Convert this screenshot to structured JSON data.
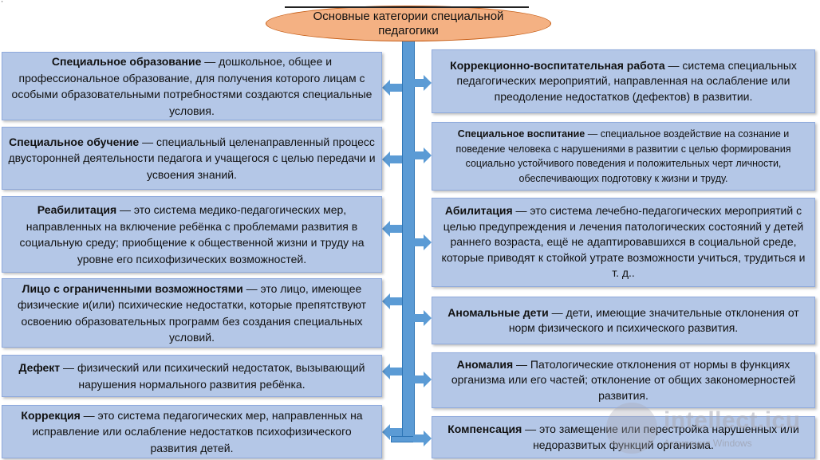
{
  "corner_mark": "'",
  "title": "Основные категории специальной педагогики",
  "left_cards": [
    {
      "term": "Специальное образование",
      "text": " — дошкольное, общее и профессиональное образование, для получения которого лицам с особыми образовательными потребностями создаются специальные условия."
    },
    {
      "term": "Специальное обучение",
      "text": " — специальный целенаправленный процесс двусторонней деятельности педагога и учащегося с целью передачи и усвоения знаний."
    },
    {
      "term": "Реабилитация",
      "text": " — это система медико-педагогических мер, направленных на включение ребёнка с проблемами развития в социальную среду; приобщение к общественной жизни и труду на уровне его психофизических возможностей."
    },
    {
      "term": "Лицо с ограниченными возможностями",
      "text": " — это лицо, имеющее физические и(или) психические недостатки, которые препятствуют освоению образовательных программ без создания специальных условий."
    },
    {
      "term": "Дефект",
      "text": " — физический или психический недостаток, вызывающий нарушения нормального развития ребёнка."
    },
    {
      "term": "Коррекция",
      "text": " — это система педагогических мер, направленных на исправление или ослабление недостатков психофизического развития детей."
    }
  ],
  "right_cards": [
    {
      "term": "Коррекционно-воспитательная работа",
      "text": " — система специальных педагогических мероприятий, направленная на ослабление или преодоление недостатков (дефектов) в развитии."
    },
    {
      "term": "Специальное воспитание",
      "text": " — специальное воздействие на сознание и поведение человека с нарушениями в развитии с целью формирования социально устойчивого поведения и положительных черт личности, обеспечивающих подготовку к жизни и труду."
    },
    {
      "term": "Абилитация",
      "text": " — это система лечебно-педагогических мероприятий с целью предупреждения и лечения патологических состояний у детей раннего возраста, ещё не адаптировавшихся в социальной среде, которые приводят к стойкой утрате возможности учиться, трудиться и т. д.."
    },
    {
      "term": "Аномальные дети",
      "text": " — дети, имеющие значительные отклонения от норм физического и психического развития."
    },
    {
      "term": "Аномалия",
      "text": " — Патологические отклонения от нормы в функциях организма или его частей; отклонение от общих закономерностей развития."
    },
    {
      "term": "Компенсация",
      "text": " — это замещение или перестройка нарушенных или недоразвитых функций организма."
    }
  ],
  "watermark": {
    "brand": "intellect.icu",
    "sub": "Активация Windows"
  }
}
